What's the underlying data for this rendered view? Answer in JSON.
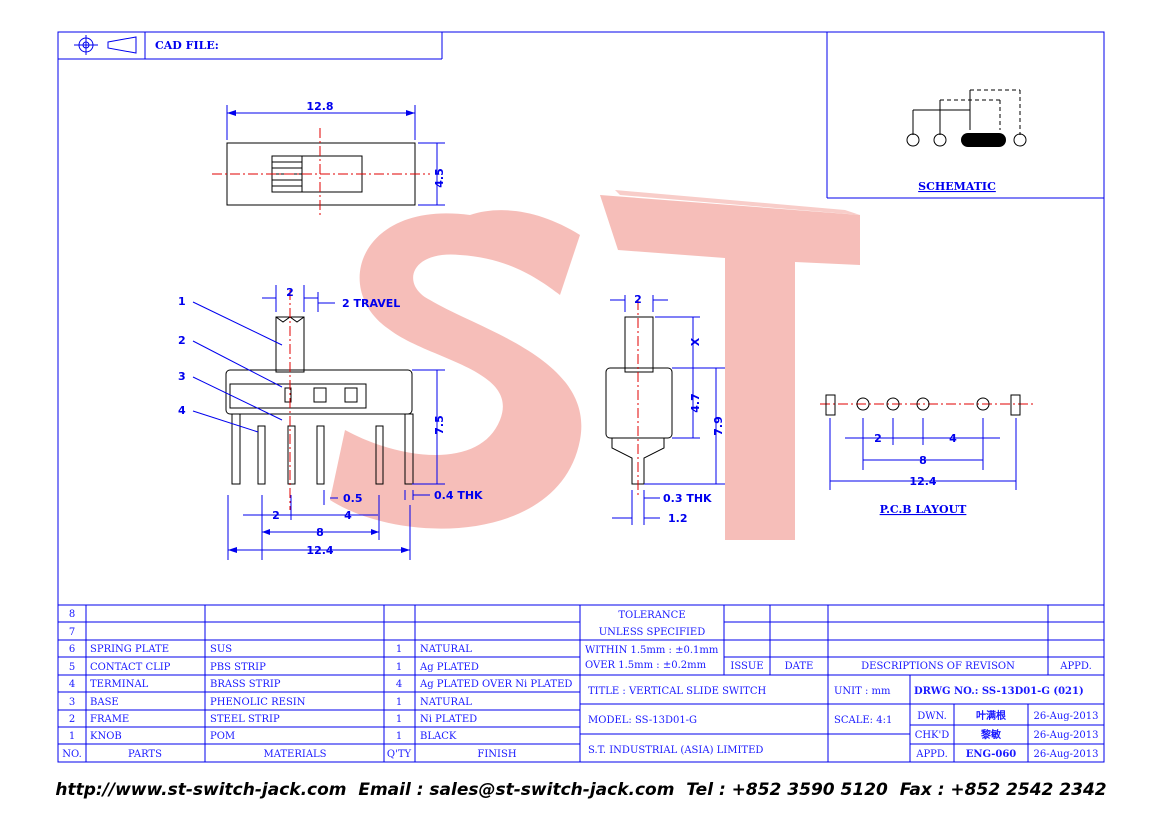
{
  "header": {
    "cad_file_label": "CAD FILE:"
  },
  "watermark": {
    "text": "ST"
  },
  "top_view": {
    "width_dim": "12.8",
    "height_dim": "4.5"
  },
  "front_view": {
    "callouts": [
      "1",
      "2",
      "3",
      "4"
    ],
    "knob_width": "2",
    "travel": "2 TRAVEL",
    "height": "7.5",
    "pin_width": "0.5",
    "thickness": "0.4 THK",
    "pitch_a": "2",
    "pitch_b": "4",
    "span": "8",
    "overall": "12.4"
  },
  "side_view": {
    "knob_width": "2",
    "x_dim": "X",
    "h1": "4.7",
    "h2": "7.9",
    "thickness": "0.3 THK",
    "pin": "1.2"
  },
  "pcb": {
    "title": "P.C.B LAYOUT",
    "d1": "2",
    "d2": "4",
    "d3": "8",
    "d4": "12.4"
  },
  "schematic": {
    "title": "SCHEMATIC"
  },
  "parts_table": {
    "rows": [
      {
        "no": "8",
        "part": "",
        "material": "",
        "qty": "",
        "finish": ""
      },
      {
        "no": "7",
        "part": "",
        "material": "",
        "qty": "",
        "finish": ""
      },
      {
        "no": "6",
        "part": "SPRING PLATE",
        "material": "SUS",
        "qty": "1",
        "finish": "NATURAL"
      },
      {
        "no": "5",
        "part": "CONTACT CLIP",
        "material": "PBS STRIP",
        "qty": "1",
        "finish": "Ag PLATED"
      },
      {
        "no": "4",
        "part": "TERMINAL",
        "material": "BRASS STRIP",
        "qty": "4",
        "finish": "Ag PLATED OVER Ni PLATED"
      },
      {
        "no": "3",
        "part": "BASE",
        "material": "PHENOLIC RESIN",
        "qty": "1",
        "finish": "NATURAL"
      },
      {
        "no": "2",
        "part": "FRAME",
        "material": "STEEL STRIP",
        "qty": "1",
        "finish": "Ni PLATED"
      },
      {
        "no": "1",
        "part": "KNOB",
        "material": "POM",
        "qty": "1",
        "finish": "BLACK"
      }
    ],
    "headers": {
      "no": "NO.",
      "part": "PARTS",
      "material": "MATERIALS",
      "qty": "Q'TY",
      "finish": "FINISH"
    }
  },
  "tolerance": {
    "title": "TOLERANCE",
    "subtitle": "UNLESS  SPECIFIED",
    "within": "WITHIN  1.5mm : ±0.1mm",
    "over": "OVER    1.5mm : ±0.2mm"
  },
  "revision": {
    "issue": "ISSUE",
    "date": "DATE",
    "desc": "DESCRIPTIONS  OF  REVISON",
    "appd": "APPD."
  },
  "title_block": {
    "title": "TITLE : VERTICAL  SLIDE  SWITCH",
    "unit": "UNIT :   mm",
    "drwg": "DRWG NO.: SS-13D01-G (021)",
    "model": "MODEL:  SS-13D01-G",
    "scale": "SCALE:   4:1",
    "company": "S.T.  INDUSTRIAL  (ASIA)  LIMITED",
    "dwn_label": "DWN.",
    "dwn_name": "叶满根",
    "dwn_date": "26-Aug-2013",
    "chkd_label": "CHK'D",
    "chkd_name": "黎敏",
    "chkd_date": "26-Aug-2013",
    "appd_label": "APPD.",
    "appd_name": "ENG-060",
    "appd_date": "26-Aug-2013"
  },
  "footer": {
    "text": "http://www.st-switch-jack.com  Email : sales@st-switch-jack.com  Tel : +852 3590 5120  Fax : +852 2542 2342"
  },
  "colors": {
    "line": "#0000ee",
    "watermark": "#f4b3ad",
    "center": "#e00000"
  }
}
